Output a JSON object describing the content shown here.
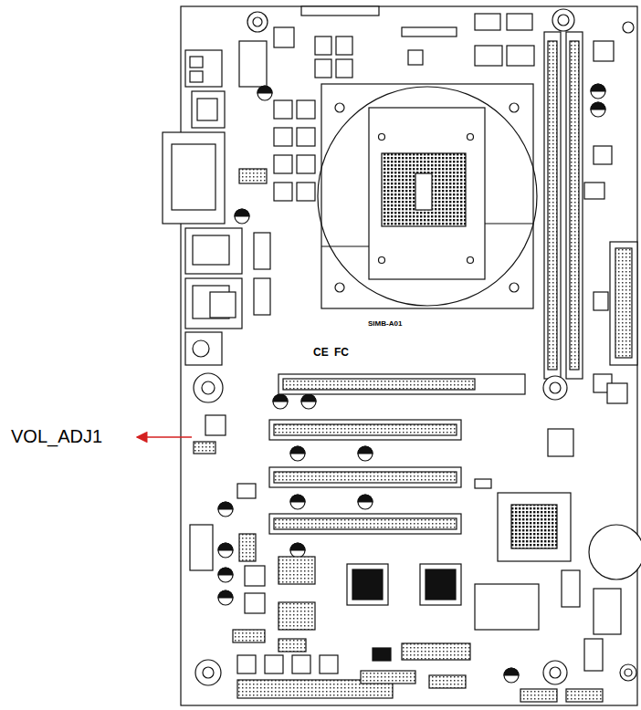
{
  "diagram": {
    "labels": [
      "VOL_ADJ1",
      "CE",
      "FC",
      "SIMB-A01"
    ]
  }
}
